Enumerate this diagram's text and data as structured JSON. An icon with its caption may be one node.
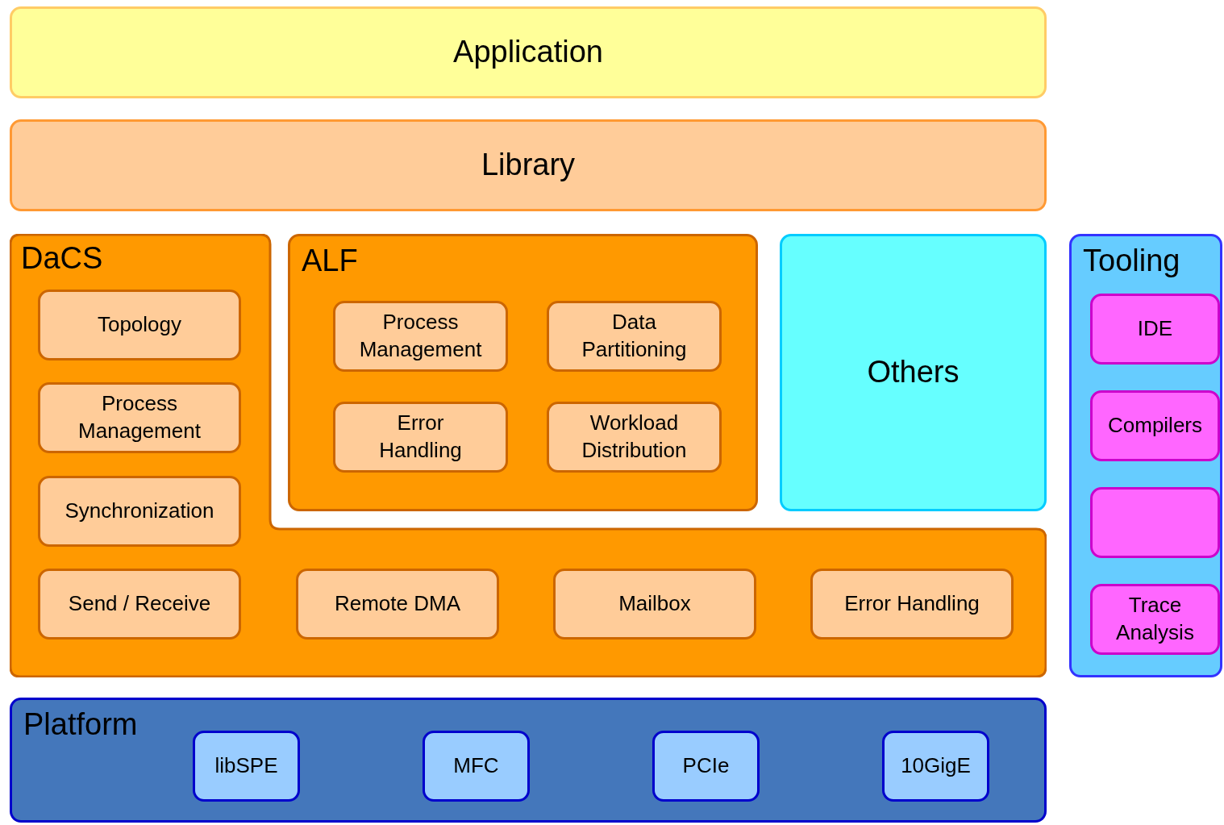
{
  "diagram": {
    "nodes": [
      {
        "text": [
          "Application"
        ]
      },
      {
        "text": [
          "Library"
        ]
      },
      {
        "text": [
          "DaCS"
        ]
      },
      {
        "text": [
          "Topology"
        ],
        "in": 2
      },
      {
        "text": [
          "Process Management"
        ],
        "in": 2
      },
      {
        "text": [
          "Synchronization"
        ],
        "in": 2
      },
      {
        "text": [
          "Send / Receive"
        ],
        "in": 2
      },
      {
        "text": [
          "Remote DMA"
        ],
        "in": 2
      },
      {
        "text": [
          "Mailbox"
        ],
        "in": 2
      },
      {
        "text": [
          "Error Handling"
        ],
        "in": 2
      },
      {
        "text": [
          "ALF"
        ]
      },
      {
        "text": [
          "Process Management"
        ],
        "in": 10
      },
      {
        "text": [
          "Data Partitioning"
        ],
        "in": 10
      },
      {
        "text": [
          "Error Handling"
        ],
        "in": 10
      },
      {
        "text": [
          "Workload Distribution"
        ],
        "in": 10
      },
      {
        "text": [
          "Others"
        ]
      },
      {
        "text": [
          "Tooling"
        ]
      },
      {
        "text": [
          "IDE"
        ],
        "in": 16
      },
      {
        "text": [
          "Compilers"
        ],
        "in": 16
      },
      {
        "text": [],
        "shape": "box",
        "in": 16
      },
      {
        "text": [
          "Trace Analysis"
        ],
        "in": 16
      },
      {
        "text": [
          "Platform"
        ]
      },
      {
        "text": [
          "libSPE"
        ],
        "in": 21
      },
      {
        "text": [
          "MFC"
        ],
        "in": 21
      },
      {
        "text": [
          "PCIe"
        ],
        "in": 21
      },
      {
        "text": [
          "10GigE"
        ],
        "in": 21
      }
    ],
    "edges": []
  }
}
